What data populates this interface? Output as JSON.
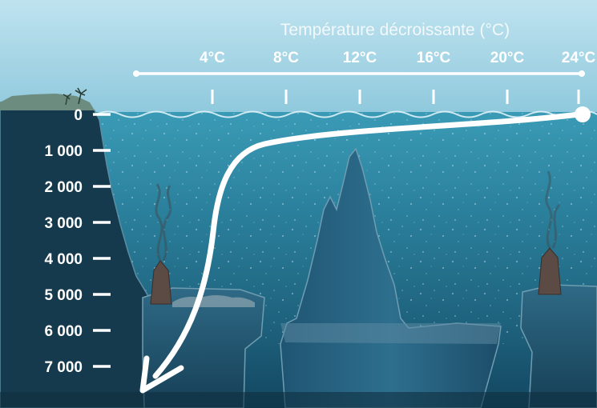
{
  "title": "Température décroissante (°C)",
  "temperature_ticks": [
    "4°C",
    "8°C",
    "12°C",
    "16°C",
    "20°C",
    "24°C"
  ],
  "depth_ticks": [
    "0",
    "1 000",
    "2 000",
    "3 000",
    "4 000",
    "5 000",
    "6 000",
    "7 000"
  ],
  "colors": {
    "sky": "#9ed0e2",
    "ocean_surface": "#2d8aa6",
    "ocean_deep": "#0f3d52",
    "land": "#173a4c",
    "arrow": "#ffffff"
  }
}
